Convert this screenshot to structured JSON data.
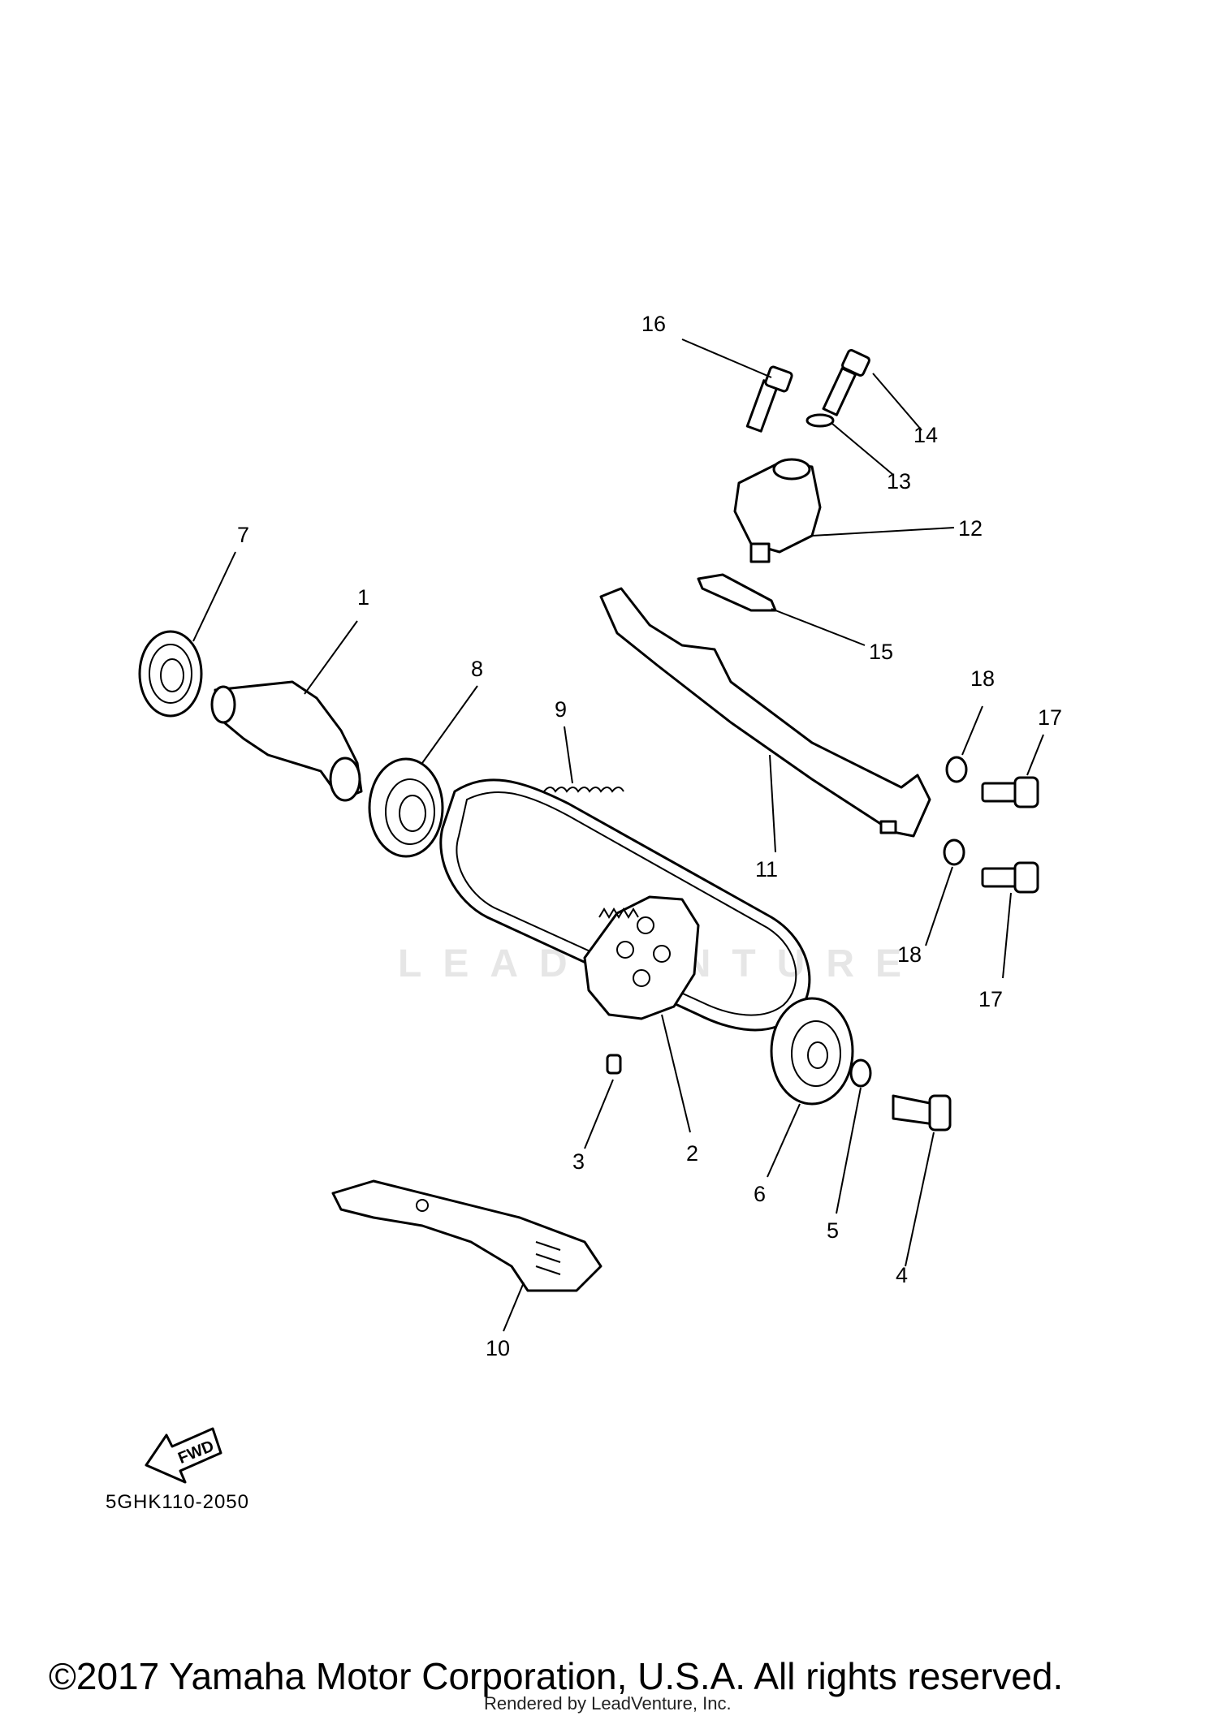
{
  "diagram": {
    "callouts": [
      "1",
      "2",
      "3",
      "4",
      "5",
      "6",
      "7",
      "8",
      "9",
      "10",
      "11",
      "12",
      "13",
      "14",
      "15",
      "16",
      "17",
      "18",
      "17",
      "18"
    ],
    "fwd_label": "FWD",
    "diagram_code": "5GHK110-2050",
    "watermark_text": "LEADVENTURE"
  },
  "footer": {
    "copyright": "©2017 Yamaha Motor Corporation, U.S.A. All rights reserved.",
    "rendered_by": "Rendered by LeadVenture, Inc."
  },
  "colors": {
    "line": "#000000",
    "background": "#ffffff",
    "watermark": "#e6e6e6"
  }
}
